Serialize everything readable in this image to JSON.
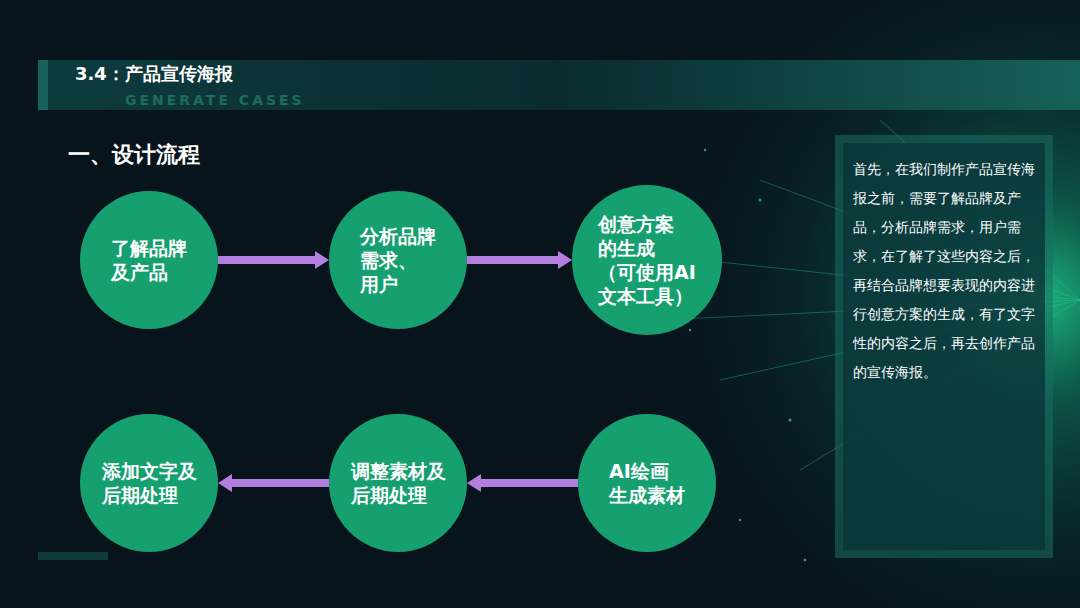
{
  "diagram": {
    "title": "3.4：产品宣传海报",
    "nodes": [
      {
        "text": [
          "了解品牌 及产品"
        ]
      },
      {
        "text": [
          "分析品牌 需求、用户"
        ]
      },
      {
        "text": [
          "创意方案 的生成 （可使用AI 文本工具）"
        ]
      },
      {
        "text": [
          "添加文字及 后期处理"
        ]
      },
      {
        "text": [
          "调整素材及 后期处理"
        ]
      },
      {
        "text": [
          "AI绘画 生成素材"
        ]
      },
      {
        "text": [
          "首先，在我们制作产品宣传海报之前，需要了解品牌及产品，分析品牌需求，用户需求，在了解了这些内容之后，再结合品牌想要表现的内容进行创意方案的生成，有了文字性的内容之后，再去创作产品的宣传海报。"
        ]
      }
    ],
    "edges": [
      {
        "from": 0,
        "to": 1,
        "arrow": "to"
      },
      {
        "from": 1,
        "to": 2,
        "arrow": "to"
      },
      {
        "from": 5,
        "to": 4,
        "arrow": "to"
      },
      {
        "from": 4,
        "to": 3,
        "arrow": "to"
      }
    ],
    "labels": [
      "GENERATE CASES",
      "一、设计流程"
    ]
  }
}
